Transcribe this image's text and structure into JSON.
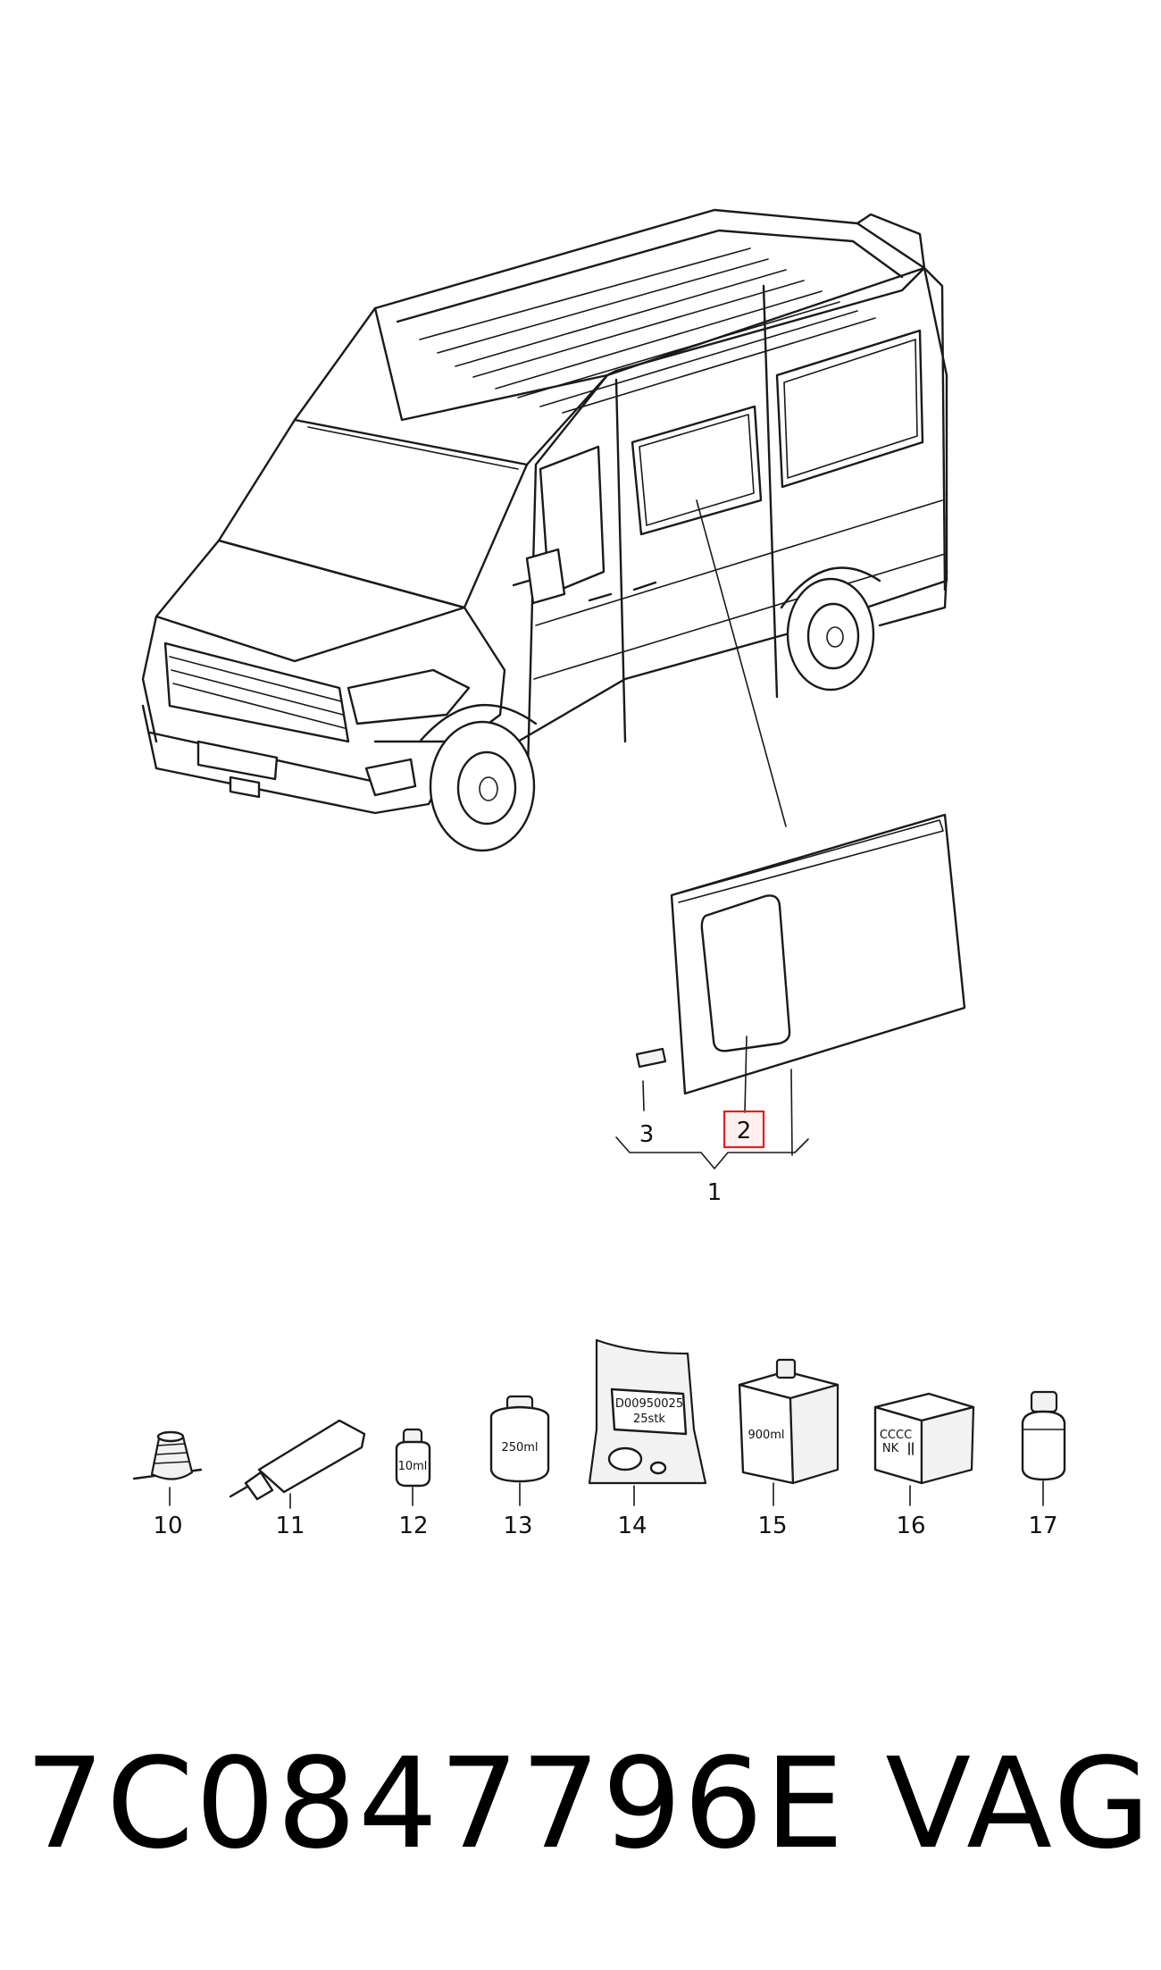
{
  "diagram": {
    "callouts": {
      "c1": "1",
      "c2": "2",
      "c3": "3",
      "c10": "10",
      "c11": "11",
      "c12": "12",
      "c13": "13",
      "c14": "14",
      "c15": "15",
      "c16": "16",
      "c17": "17"
    },
    "container_labels": {
      "bottle_small": "10ml",
      "can_250": "250ml",
      "bag_code": "D00950025",
      "bag_qty": "25stk",
      "box_900": "900ml",
      "box_cccc": "CCCC",
      "box_nk": "NK"
    },
    "highlight_color": "#e02020"
  },
  "footer": {
    "part_number": "7C0847796E",
    "brand": "VAG"
  }
}
